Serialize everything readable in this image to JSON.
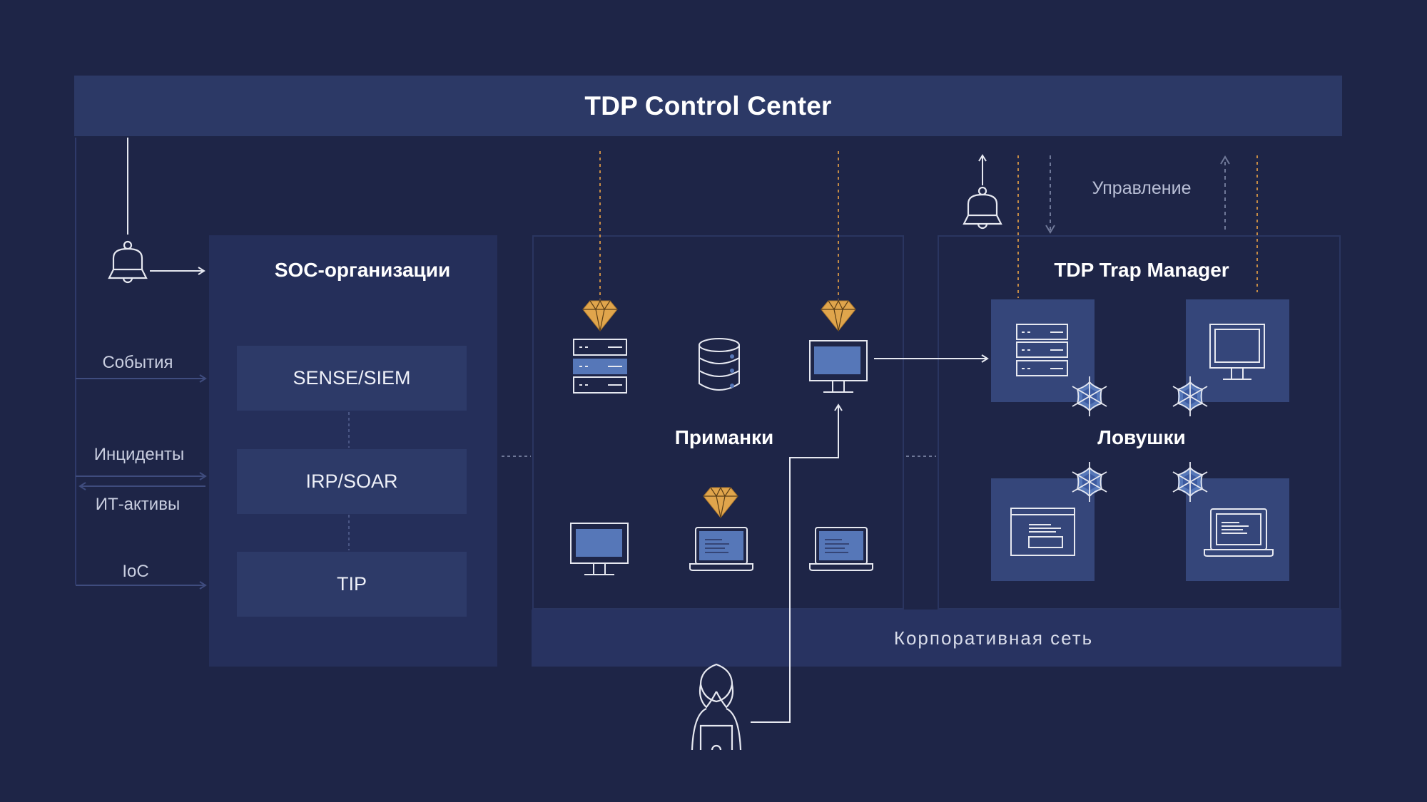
{
  "header": {
    "title": "TDP Control Center"
  },
  "soc": {
    "title": "SOC-организации",
    "boxes": [
      "SENSE/SIEM",
      "IRP/SOAR",
      "TIP"
    ]
  },
  "flows": {
    "labels": [
      "События",
      "Инциденты",
      "ИТ-активы",
      "IoC"
    ]
  },
  "lures": {
    "title": "Приманки"
  },
  "traps": {
    "title": "Ловушки",
    "manager_title": "TDP Trap Manager"
  },
  "management": {
    "label": "Управление"
  },
  "corporate_network": {
    "label": "Корпоративная сеть"
  },
  "colors": {
    "background": "#1e2547",
    "header": "#2c3966",
    "panel": "#252f5a",
    "box": "#2d3a68",
    "tile": "#35467a",
    "accent_blue": "#5677b8",
    "lure_gold": "#e0a54c",
    "line": "#e6e8f0"
  }
}
